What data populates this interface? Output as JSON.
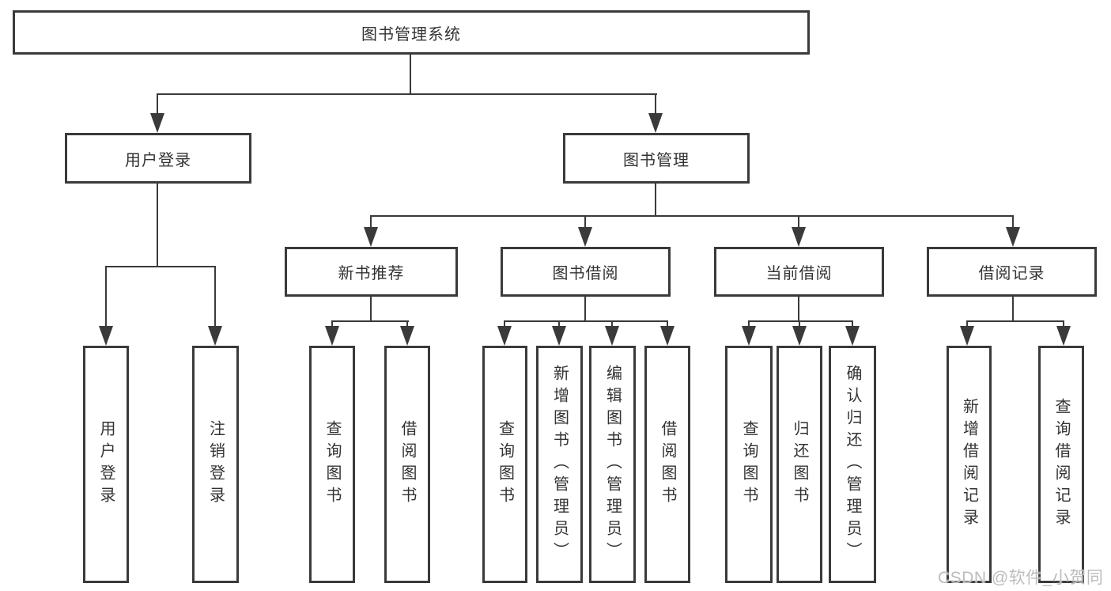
{
  "title": "图书管理系统",
  "watermark": "CSDN @软件_小贺同学",
  "colors": {
    "line": "#3a3a3a",
    "text": "#333333",
    "watermark": "#bcbcbc",
    "background": "#ffffff"
  },
  "tree": {
    "root": {
      "label": "图书管理系统"
    },
    "branches": [
      {
        "label": "用户登录",
        "children": [
          {
            "label": "用户登录"
          },
          {
            "label": "注销登录"
          }
        ]
      },
      {
        "label": "图书管理",
        "children": [
          {
            "label": "新书推荐",
            "children": [
              {
                "label": "查询图书"
              },
              {
                "label": "借阅图书"
              }
            ]
          },
          {
            "label": "图书借阅",
            "children": [
              {
                "label": "查询图书"
              },
              {
                "label": "新增图书（管理员）"
              },
              {
                "label": "编辑图书（管理员）"
              },
              {
                "label": "借阅图书"
              }
            ]
          },
          {
            "label": "当前借阅",
            "children": [
              {
                "label": "查询图书"
              },
              {
                "label": "归还图书"
              },
              {
                "label": "确认归还（管理员）"
              }
            ]
          },
          {
            "label": "借阅记录",
            "children": [
              {
                "label": "新增借阅记录"
              },
              {
                "label": "查询借阅记录"
              }
            ]
          }
        ]
      }
    ]
  }
}
